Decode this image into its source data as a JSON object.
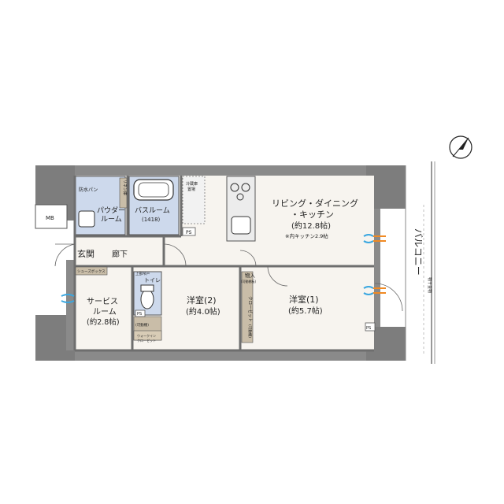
{
  "labels": {
    "ldk_line1": "リビング・ダイニング",
    "ldk_line2": "・キッチン",
    "ldk_size": "(約12.8帖)",
    "ldk_note": "※内キッチン2.9帖",
    "balcony": "バルコニー",
    "railing": "物干金物",
    "bath": "バスルーム",
    "bath_size": "(1418)",
    "powder_line1": "パウダー",
    "powder_line2": "ルーム",
    "bousui_pan": "防水パン",
    "tana": "リネン庫",
    "reitou": "冷蔵庫",
    "reitou2": "置場",
    "ps": "PS",
    "ps2": "PS",
    "ps3": "PS",
    "mb": "MB",
    "genkan": "玄関",
    "rouka": "廊下",
    "shoes": "シューズボックス",
    "toilet": "トイレ",
    "toilet_shelf": "上部吊戸",
    "service_line1": "サービス",
    "service_line2": "ルーム",
    "service_size": "(約2.8帖)",
    "room2_name": "洋室(2)",
    "room2_size": "(約4.0帖)",
    "room1_name": "洋室(1)",
    "room1_size": "(約5.7帖)",
    "storage": "物入",
    "storage_note": "(可動棚板)",
    "closet": "クローゼット",
    "closet_note": "(可動棚)",
    "walkin": "ウォークイン",
    "walkin2": "クローゼット",
    "kadou": "(可動棚)"
  },
  "colors": {
    "wall": "#8a8a8a",
    "column": "#7d7d7d",
    "floor": "#f7f4ef",
    "wet": "#cdd9ec",
    "closet": "#c9bda8",
    "vent_blue": "#3aa7e0",
    "vent_orange": "#f08a24"
  },
  "icons": [
    "compass-icon",
    "bathtub-icon",
    "toilet-icon",
    "stove-icon",
    "sink-icon",
    "washbasin-icon"
  ]
}
